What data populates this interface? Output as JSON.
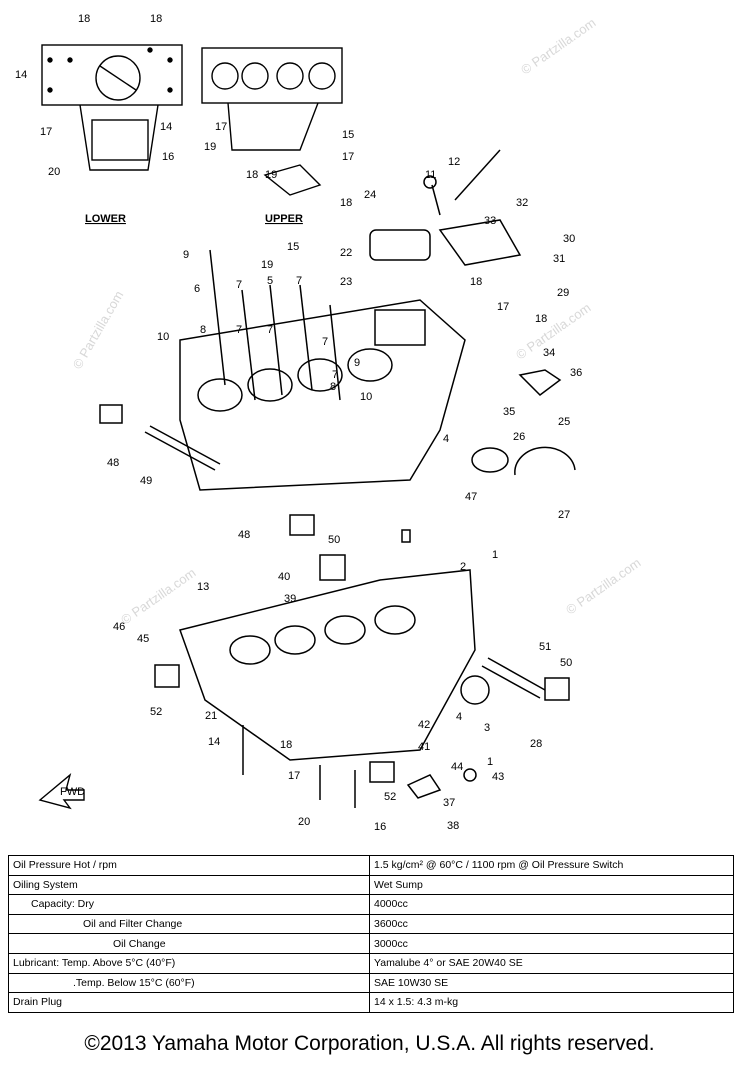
{
  "watermark": "© Partzilla.com",
  "subtitles": {
    "lower": "LOWER",
    "upper": "UPPER"
  },
  "callouts": [
    {
      "id": "c18a",
      "n": "18"
    },
    {
      "id": "c18b",
      "n": "18"
    },
    {
      "id": "c14a",
      "n": "14"
    },
    {
      "id": "c14b",
      "n": "14"
    },
    {
      "id": "c17a",
      "n": "17"
    },
    {
      "id": "c20a",
      "n": "20"
    },
    {
      "id": "c16a",
      "n": "16"
    },
    {
      "id": "c17b",
      "n": "17"
    },
    {
      "id": "c15a",
      "n": "15"
    },
    {
      "id": "c19a",
      "n": "19"
    },
    {
      "id": "c18c",
      "n": "18"
    },
    {
      "id": "c19b",
      "n": "19"
    },
    {
      "id": "c17c",
      "n": "17"
    },
    {
      "id": "c18d",
      "n": "18"
    },
    {
      "id": "c11",
      "n": "11"
    },
    {
      "id": "c12",
      "n": "12"
    },
    {
      "id": "c24",
      "n": "24"
    },
    {
      "id": "c32",
      "n": "32"
    },
    {
      "id": "c33",
      "n": "33"
    },
    {
      "id": "c30",
      "n": "30"
    },
    {
      "id": "c22",
      "n": "22"
    },
    {
      "id": "c31",
      "n": "31"
    },
    {
      "id": "c15b",
      "n": "15"
    },
    {
      "id": "c9a",
      "n": "9"
    },
    {
      "id": "c19c",
      "n": "19"
    },
    {
      "id": "c23",
      "n": "23"
    },
    {
      "id": "c18e",
      "n": "18"
    },
    {
      "id": "c29",
      "n": "29"
    },
    {
      "id": "c6",
      "n": "6"
    },
    {
      "id": "c7a",
      "n": "7"
    },
    {
      "id": "c5",
      "n": "5"
    },
    {
      "id": "c7b",
      "n": "7"
    },
    {
      "id": "c17d",
      "n": "17"
    },
    {
      "id": "c18f",
      "n": "18"
    },
    {
      "id": "c8a",
      "n": "8"
    },
    {
      "id": "c7c",
      "n": "7"
    },
    {
      "id": "c7d",
      "n": "7"
    },
    {
      "id": "c7e",
      "n": "7"
    },
    {
      "id": "c10a",
      "n": "10"
    },
    {
      "id": "c9b",
      "n": "9"
    },
    {
      "id": "c7f",
      "n": "7"
    },
    {
      "id": "c34",
      "n": "34"
    },
    {
      "id": "c36",
      "n": "36"
    },
    {
      "id": "c8b",
      "n": "8"
    },
    {
      "id": "c10b",
      "n": "10"
    },
    {
      "id": "c35",
      "n": "35"
    },
    {
      "id": "c26",
      "n": "26"
    },
    {
      "id": "c25",
      "n": "25"
    },
    {
      "id": "c4a",
      "n": "4"
    },
    {
      "id": "c48a",
      "n": "48"
    },
    {
      "id": "c49",
      "n": "49"
    },
    {
      "id": "c47",
      "n": "47"
    },
    {
      "id": "c27",
      "n": "27"
    },
    {
      "id": "c48b",
      "n": "48"
    },
    {
      "id": "c1a",
      "n": "1"
    },
    {
      "id": "c50a",
      "n": "50"
    },
    {
      "id": "c2",
      "n": "2"
    },
    {
      "id": "c13",
      "n": "13"
    },
    {
      "id": "c40",
      "n": "40"
    },
    {
      "id": "c39",
      "n": "39"
    },
    {
      "id": "c46",
      "n": "46"
    },
    {
      "id": "c45",
      "n": "45"
    },
    {
      "id": "c51",
      "n": "51"
    },
    {
      "id": "c50b",
      "n": "50"
    },
    {
      "id": "c52a",
      "n": "52"
    },
    {
      "id": "c21",
      "n": "21"
    },
    {
      "id": "c42",
      "n": "42"
    },
    {
      "id": "c4b",
      "n": "4"
    },
    {
      "id": "c3",
      "n": "3"
    },
    {
      "id": "c28",
      "n": "28"
    },
    {
      "id": "c14c",
      "n": "14"
    },
    {
      "id": "c18g",
      "n": "18"
    },
    {
      "id": "c41",
      "n": "41"
    },
    {
      "id": "c1b",
      "n": "1"
    },
    {
      "id": "c44",
      "n": "44"
    },
    {
      "id": "c43",
      "n": "43"
    },
    {
      "id": "c17e",
      "n": "17"
    },
    {
      "id": "c52b",
      "n": "52"
    },
    {
      "id": "c37",
      "n": "37"
    },
    {
      "id": "c20b",
      "n": "20"
    },
    {
      "id": "c16b",
      "n": "16"
    },
    {
      "id": "c38",
      "n": "38"
    }
  ],
  "fwd": "FWD",
  "specs": [
    {
      "label": "Oil Pressure Hot / rpm",
      "value": "1.5 kg/cm² @ 60°C / 1100 rpm @ Oil Pressure Switch"
    },
    {
      "label": "Oiling System",
      "value": "Wet Sump"
    },
    {
      "label": "Capacity: Dry",
      "value": "4000cc"
    },
    {
      "label": "Oil and Filter Change",
      "value": "3600cc"
    },
    {
      "label": "Oil Change",
      "value": "3000cc"
    },
    {
      "label": "Lubricant: Temp. Above 5°C (40°F)",
      "value": "Yamalube 4° or SAE 20W40 SE"
    },
    {
      "label": ".Temp. Below 15°C (60°F)",
      "value": "SAE 10W30 SE"
    },
    {
      "label": "Drain Plug",
      "value": "14 x 1.5: 4.3 m-kg"
    }
  ],
  "copyright": "©2013 Yamaha Motor Corporation, U.S.A. All rights reserved."
}
